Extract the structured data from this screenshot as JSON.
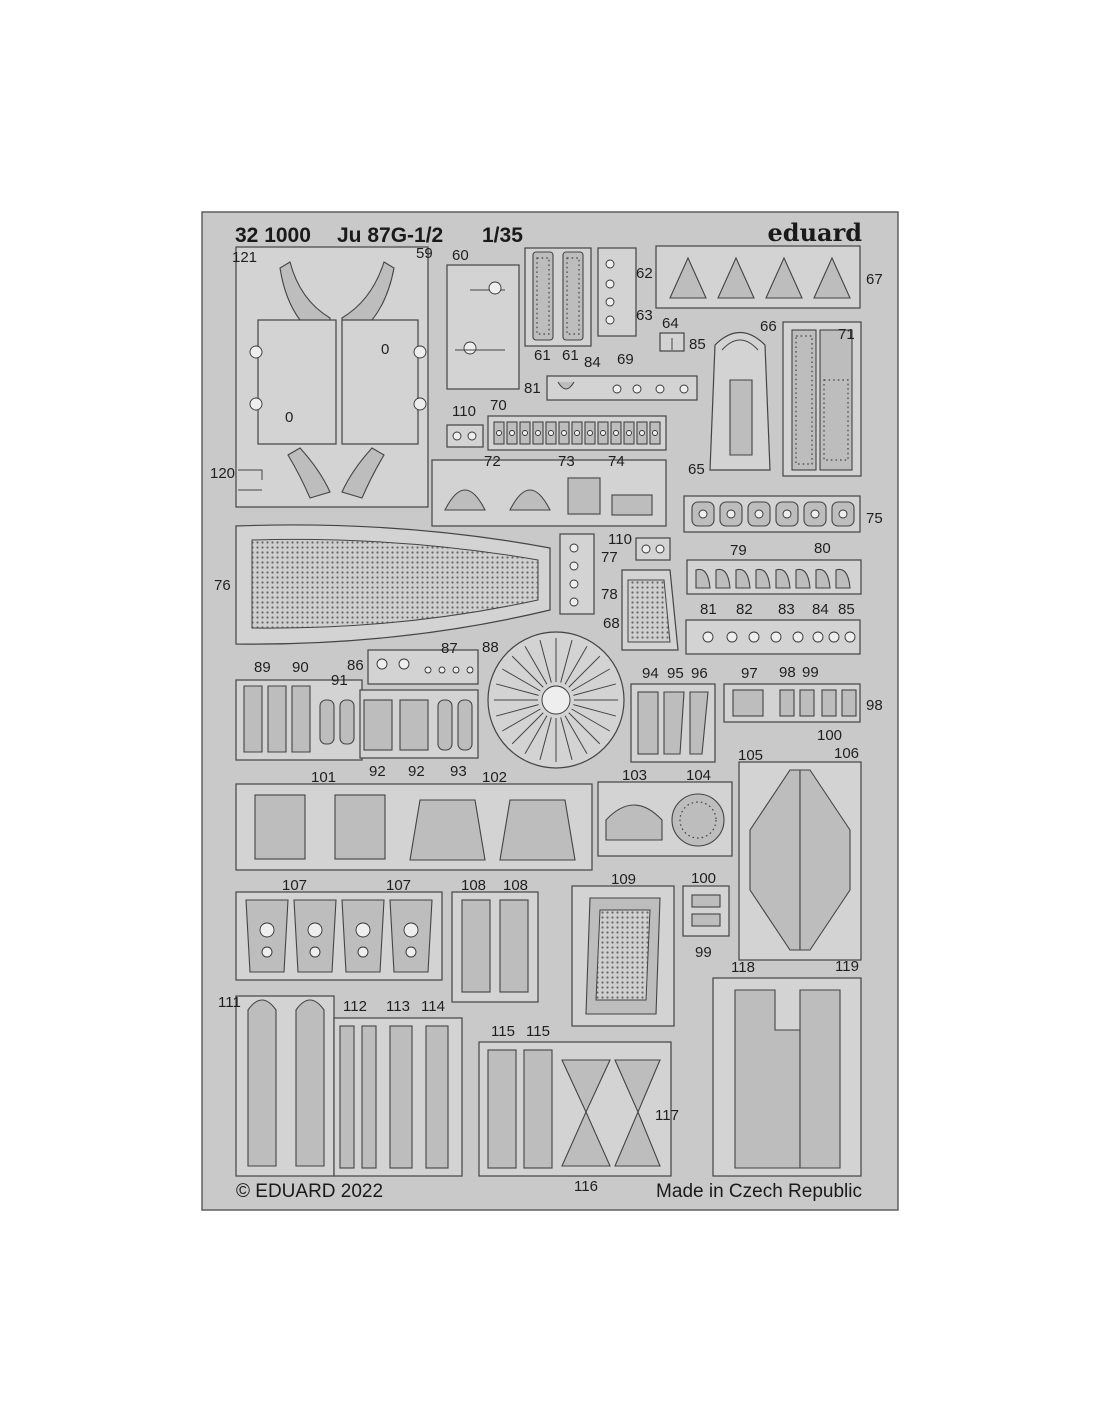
{
  "sheet": {
    "catalog_number": "32 1000",
    "model": "Ju 87G-1/2",
    "scale": "1/35",
    "brand": "eduard",
    "copyright": "© EDUARD 2022",
    "origin": "Made in Czech Republic"
  },
  "colors": {
    "fret_fill": "#c9c9c9",
    "part_fill": "#d3d3d3",
    "outline": "#444444"
  },
  "part_labels": {
    "p121": "121",
    "p59": "59",
    "p60": "60",
    "p120": "120",
    "p62": "62",
    "p63": "63",
    "p61a": "61",
    "p61b": "61",
    "p64": "64",
    "p85a": "85",
    "p66": "66",
    "p71": "71",
    "p67": "67",
    "p84a": "84",
    "p69": "69",
    "p81a": "81",
    "p110a": "110",
    "p70": "70",
    "p72": "72",
    "p73": "73",
    "p74": "74",
    "p65": "65",
    "p75": "75",
    "p76": "76",
    "p110b": "110",
    "p77": "77",
    "p78": "78",
    "p68": "68",
    "p79": "79",
    "p80": "80",
    "p81b": "81",
    "p82": "82",
    "p83": "83",
    "p84b": "84",
    "p85b": "85",
    "p87": "87",
    "p88": "88",
    "p86": "86",
    "p89": "89",
    "p90": "90",
    "p91": "91",
    "p92a": "92",
    "p92b": "92",
    "p93": "93",
    "p94": "94",
    "p95": "95",
    "p96": "96",
    "p97": "97",
    "p98a": "98",
    "p99a": "99",
    "p98b": "98",
    "p100a": "100",
    "p105": "105",
    "p106": "106",
    "p101": "101",
    "p102": "102",
    "p103": "103",
    "p104": "104",
    "p107a": "107",
    "p107b": "107",
    "p108a": "108",
    "p108b": "108",
    "p109": "109",
    "p100b": "100",
    "p99b": "99",
    "p118": "118",
    "p119": "119",
    "p111": "111",
    "p112": "112",
    "p113": "113",
    "p114": "114",
    "p115a": "115",
    "p115b": "115",
    "p117": "117",
    "p116": "116",
    "zero1": "0",
    "zero2": "0"
  }
}
